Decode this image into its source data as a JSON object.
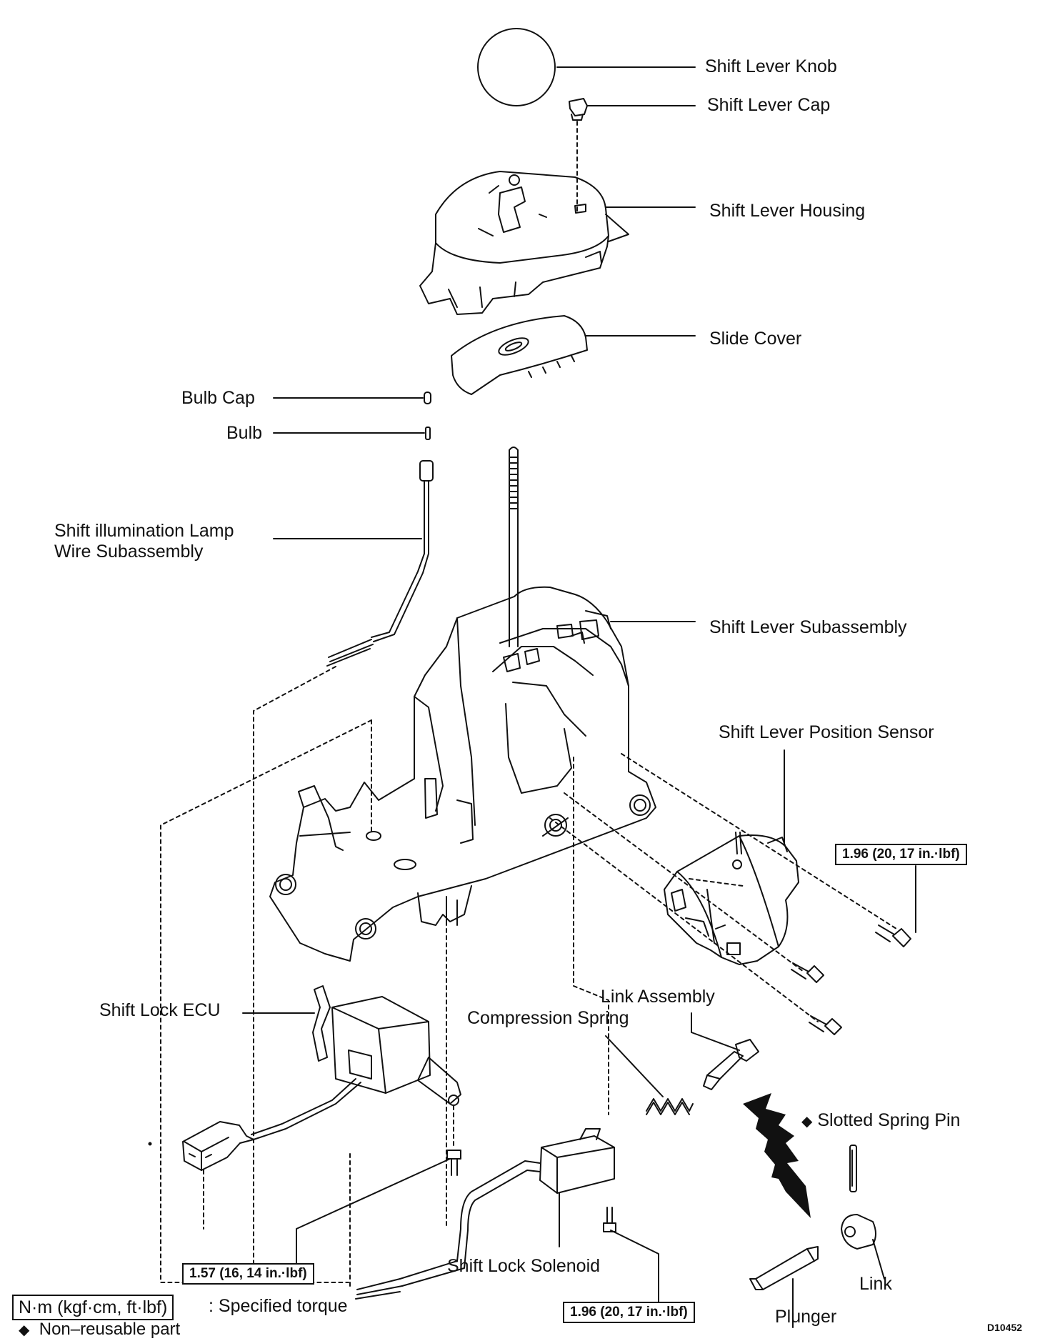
{
  "labels": {
    "shift_lever_knob": "Shift Lever Knob",
    "shift_lever_cap": "Shift Lever Cap",
    "shift_lever_housing": "Shift Lever Housing",
    "slide_cover": "Slide Cover",
    "bulb_cap": "Bulb Cap",
    "bulb": "Bulb",
    "lamp_wire": "Shift illumination Lamp\nWire Subassembly",
    "shift_lever_subassembly": "Shift Lever Subassembly",
    "shift_lever_position_sensor": "Shift Lever Position Sensor",
    "shift_lock_ecu": "Shift Lock ECU",
    "link_assembly": "Link Assembly",
    "compression_spring": "Compression Spring",
    "slotted_spring_pin": "Slotted Spring Pin",
    "shift_lock_solenoid": "Shift Lock Solenoid",
    "link": "Link",
    "plunger": "Plunger"
  },
  "torque": {
    "sensor_bolt": "1.96 (20, 17 in.·lbf)",
    "ecu_screw": "1.57 (16, 14 in.·lbf)",
    "solenoid_screw": "1.96 (20, 17 in.·lbf)"
  },
  "legend": {
    "unit_box": "N·m (kgf·cm, ft·lbf)",
    "unit_text": ": Specified torque",
    "nonreusable_symbol": "◆",
    "nonreusable_text": "Non–reusable part"
  },
  "figure_id": "D10452"
}
